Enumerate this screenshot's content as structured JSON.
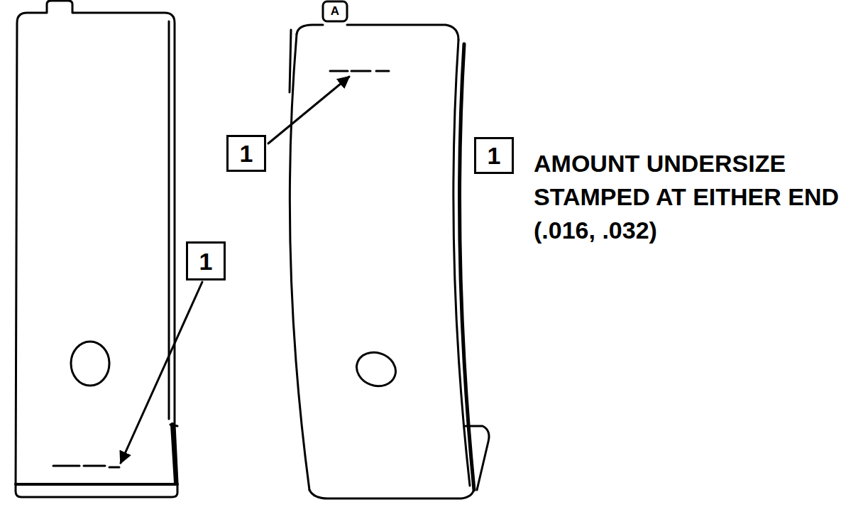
{
  "diagram": {
    "nodes": [
      {
        "text": [
          "1"
        ]
      },
      {
        "text": [
          "1"
        ]
      },
      {
        "text": [
          "1"
        ]
      }
    ],
    "labels": [
      "A",
      "AMOUNT UNDERSIZE STAMPED AT EITHER END (.016, .032)"
    ]
  }
}
